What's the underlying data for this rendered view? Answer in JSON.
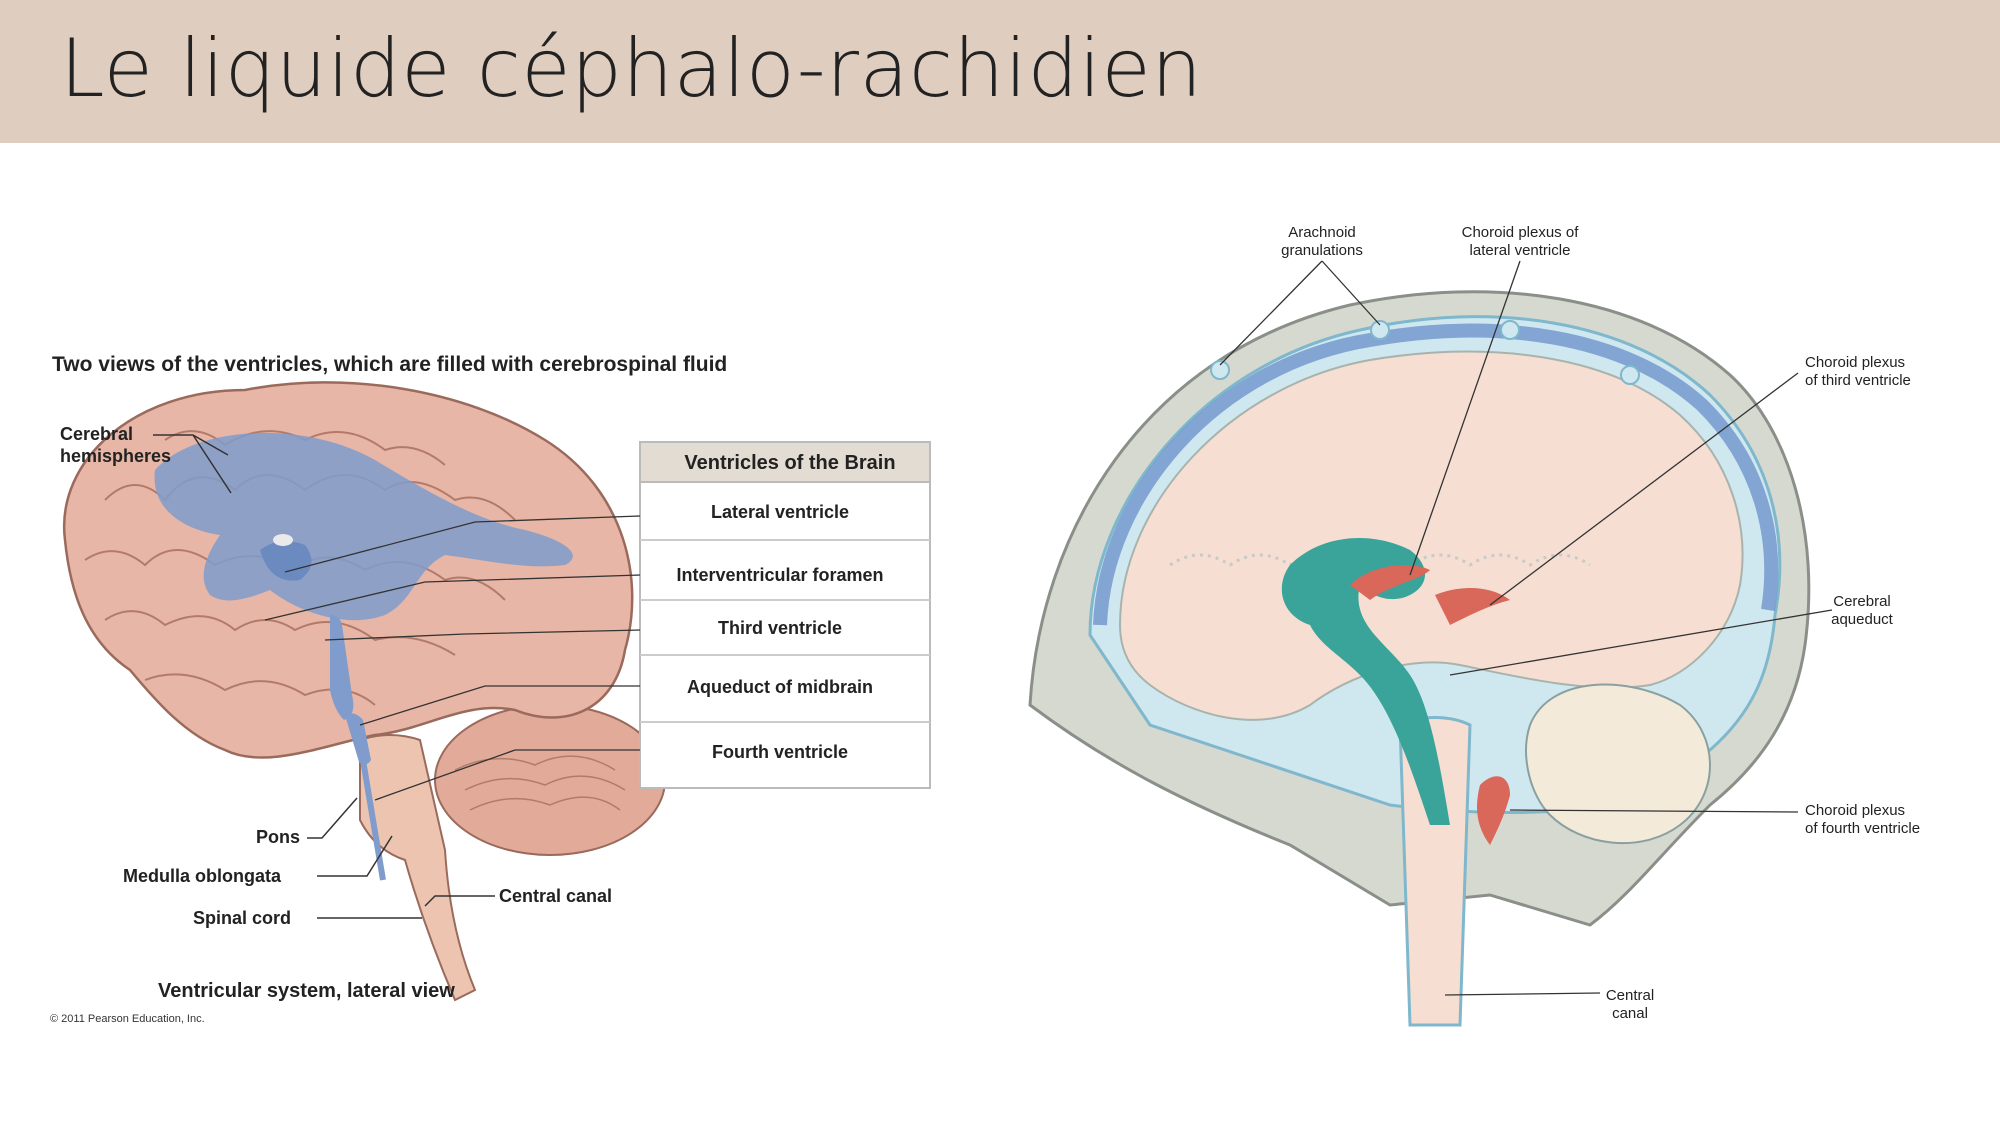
{
  "slide": {
    "title": "Le liquide céphalo-rachidien"
  },
  "left_diagram": {
    "caption": "Two views of the ventricles, which are  filled with cerebrospinal fluid",
    "labels": {
      "cerebral_hemispheres_1": "Cerebral",
      "cerebral_hemispheres_2": "hemispheres",
      "pons": "Pons",
      "medulla": "Medulla oblongata",
      "spinal_cord": "Spinal cord",
      "central_canal": "Central canal"
    },
    "legend_box": {
      "header": "Ventricles of the Brain",
      "items": [
        "Lateral ventricle",
        "Interventricular foramen",
        "Third ventricle",
        "Aqueduct of midbrain",
        "Fourth ventricle"
      ]
    },
    "subcaption": "Ventricular system, lateral view",
    "copyright": "© 2011 Pearson Education, Inc."
  },
  "right_diagram": {
    "labels": {
      "arachnoid_1": "Arachnoid",
      "arachnoid_2": "granulations",
      "choroid_lateral_1": "Choroid plexus of",
      "choroid_lateral_2": "lateral ventricle",
      "choroid_third_1": "Choroid plexus",
      "choroid_third_2": "of third ventricle",
      "cerebral_aqueduct_1": "Cerebral",
      "cerebral_aqueduct_2": "aqueduct",
      "choroid_fourth_1": "Choroid plexus",
      "choroid_fourth_2": "of fourth ventricle",
      "central_canal_1": "Central",
      "central_canal_2": "canal"
    }
  },
  "colors": {
    "title_band": "#dfcdc0",
    "ventricle_blue": "#7f9ccc",
    "brain_pink": "#e8b6a6",
    "csf_light": "#cfe8f0",
    "csf_blue": "#6f93cc",
    "choroid_red": "#d9675a",
    "ventricle_teal": "#3aa39a"
  }
}
